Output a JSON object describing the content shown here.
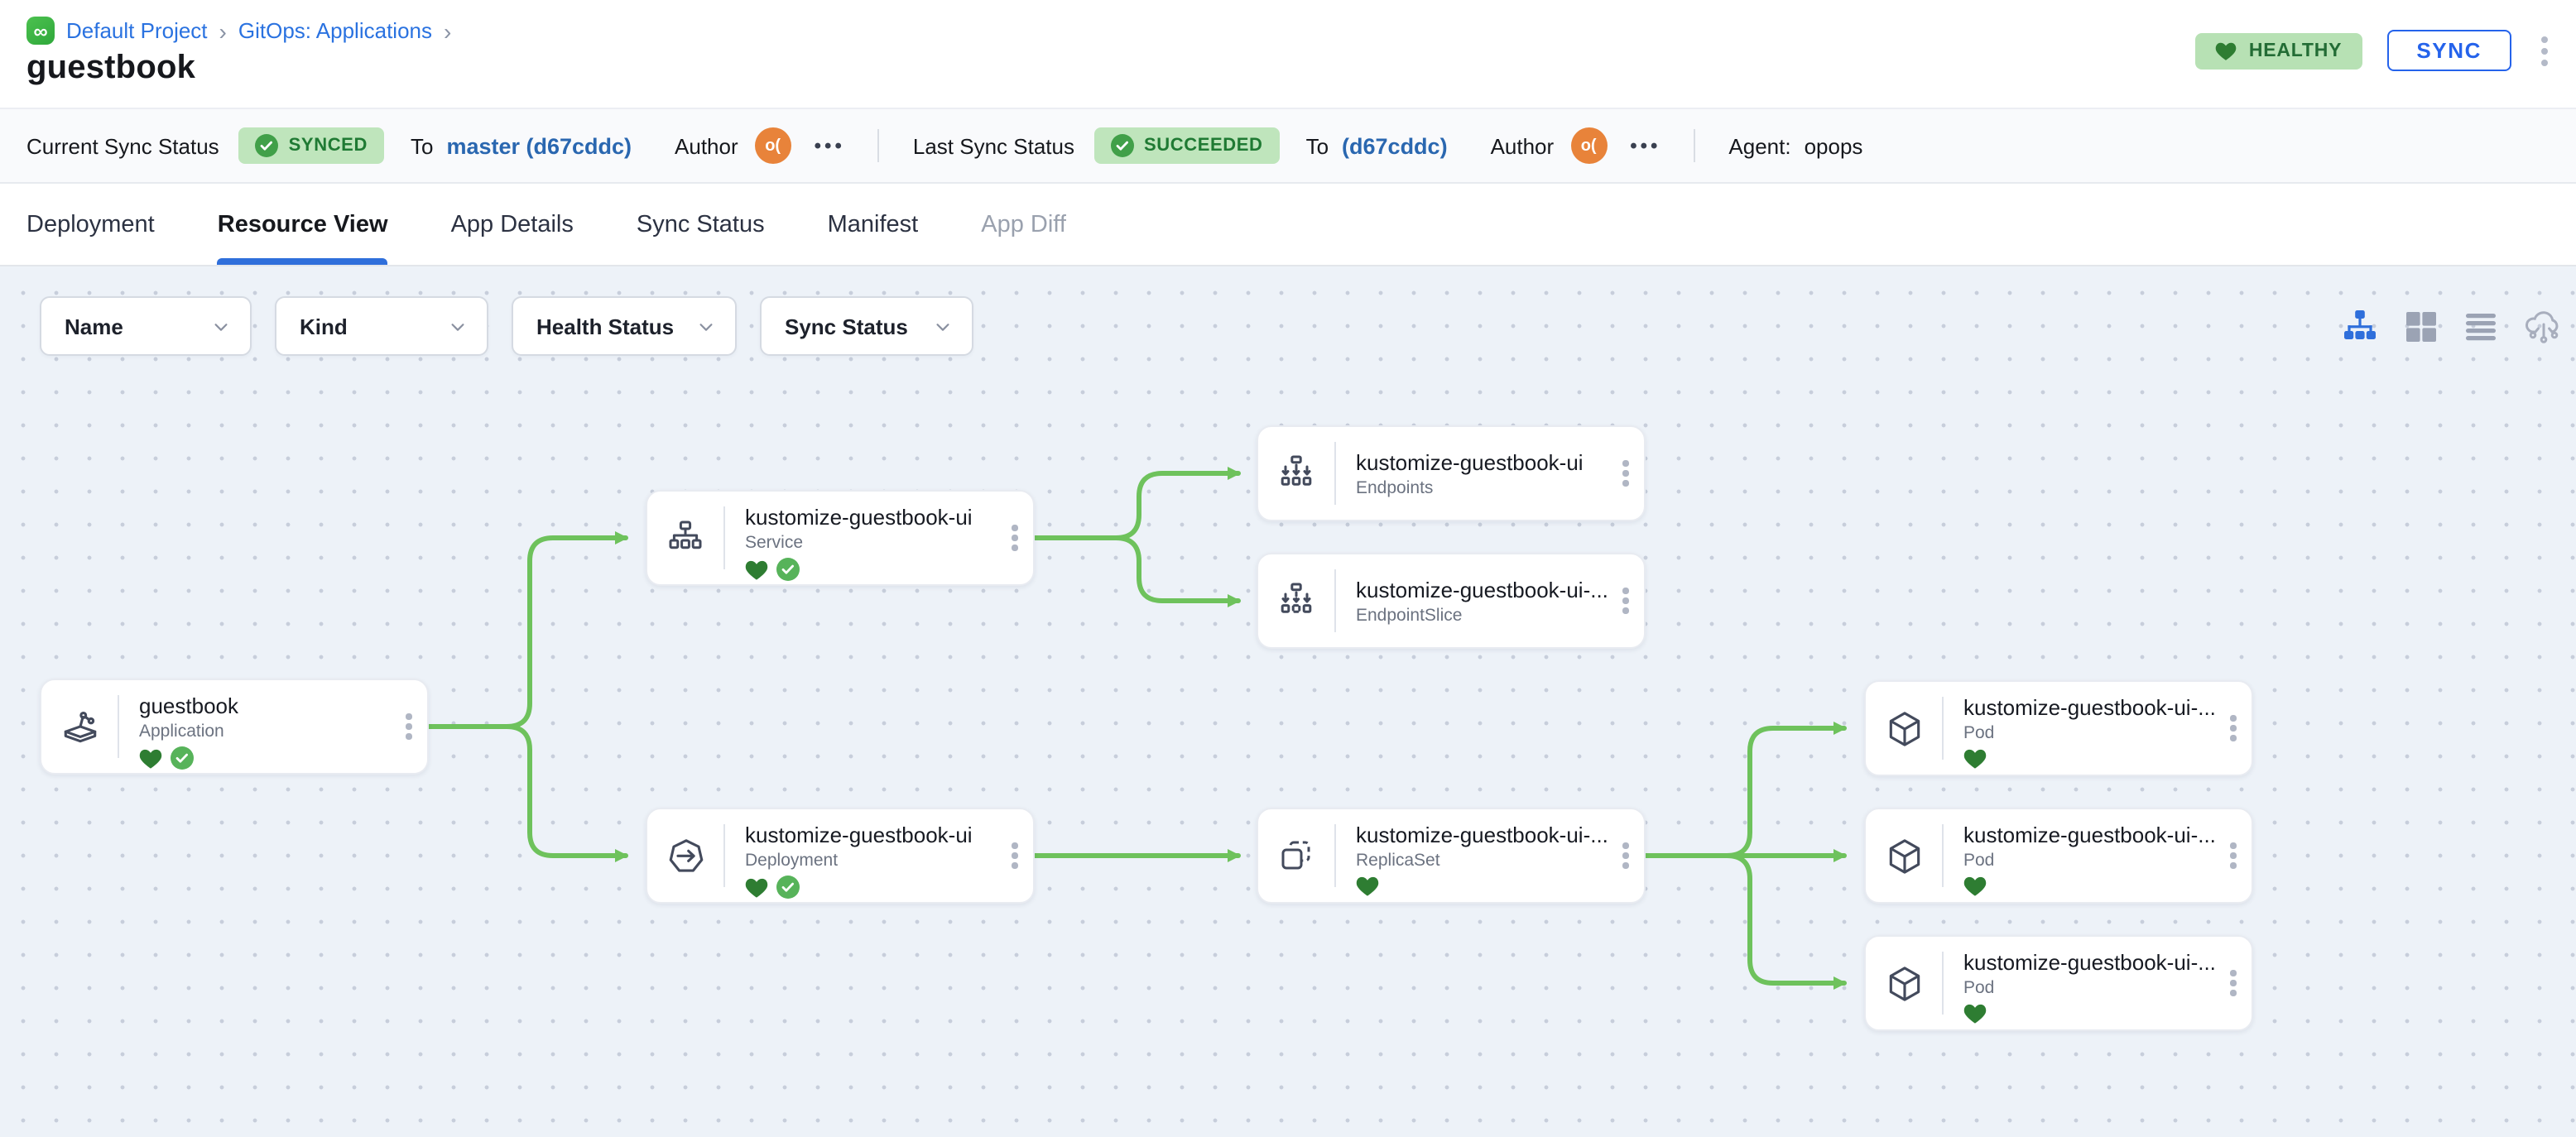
{
  "colors": {
    "accent_blue": "#2563eb",
    "link_blue": "#2a72e0",
    "commit_blue": "#2a67b0",
    "edge_green": "#6ec25c",
    "healthy_green_bg": "#b7e1b4",
    "healthy_green_text": "#236c35",
    "heart_green": "#2e7d32",
    "check_green": "#57b35a",
    "canvas_bg": "#edf2f8"
  },
  "breadcrumb": {
    "icon": "infinity-project-icon",
    "icon_glyph": "∞",
    "items": [
      {
        "label": "Default Project"
      },
      {
        "label": "GitOps: Applications"
      }
    ],
    "separator": "›"
  },
  "header": {
    "title": "guestbook",
    "health_badge": "HEALTHY",
    "sync_button": "SYNC"
  },
  "status_bar": {
    "current": {
      "label": "Current Sync Status",
      "badge": "SYNCED",
      "to_label": "To",
      "target": "master (d67cddc)",
      "author_label": "Author",
      "author_initials": "o(",
      "more": "•••"
    },
    "last": {
      "label": "Last Sync Status",
      "badge": "SUCCEEDED",
      "to_label": "To",
      "target": "(d67cddc)",
      "author_label": "Author",
      "author_initials": "o(",
      "more": "•••"
    },
    "agent": {
      "label": "Agent:",
      "value": "opops"
    }
  },
  "tabs": [
    {
      "label": "Deployment",
      "state": "normal"
    },
    {
      "label": "Resource View",
      "state": "active"
    },
    {
      "label": "App Details",
      "state": "normal"
    },
    {
      "label": "Sync Status",
      "state": "normal"
    },
    {
      "label": "Manifest",
      "state": "normal"
    },
    {
      "label": "App Diff",
      "state": "disabled"
    }
  ],
  "filters": [
    {
      "label": "Name"
    },
    {
      "label": "Kind"
    },
    {
      "label": "Health Status"
    },
    {
      "label": "Sync Status"
    }
  ],
  "view_toolbar": [
    {
      "icon": "tree-view-icon",
      "active": true
    },
    {
      "icon": "grid-view-icon",
      "active": false
    },
    {
      "icon": "list-view-icon",
      "active": false
    },
    {
      "icon": "cloud-view-icon",
      "active": false
    }
  ],
  "graph": {
    "nodes": [
      {
        "name": "guestbook",
        "kind": "Application",
        "healthy": true,
        "synced": true
      },
      {
        "name": "kustomize-guestbook-ui",
        "kind": "Service",
        "healthy": true,
        "synced": true
      },
      {
        "name": "kustomize-guestbook-ui",
        "kind": "Endpoints",
        "healthy": false,
        "synced": false
      },
      {
        "name": "kustomize-guestbook-ui-...",
        "kind": "EndpointSlice",
        "healthy": false,
        "synced": false
      },
      {
        "name": "kustomize-guestbook-ui",
        "kind": "Deployment",
        "healthy": true,
        "synced": true
      },
      {
        "name": "kustomize-guestbook-ui-...",
        "kind": "ReplicaSet",
        "healthy": true,
        "synced": false
      },
      {
        "name": "kustomize-guestbook-ui-...",
        "kind": "Pod",
        "healthy": true,
        "synced": false
      },
      {
        "name": "kustomize-guestbook-ui-...",
        "kind": "Pod",
        "healthy": true,
        "synced": false
      },
      {
        "name": "kustomize-guestbook-ui-...",
        "kind": "Pod",
        "healthy": true,
        "synced": false
      }
    ]
  }
}
